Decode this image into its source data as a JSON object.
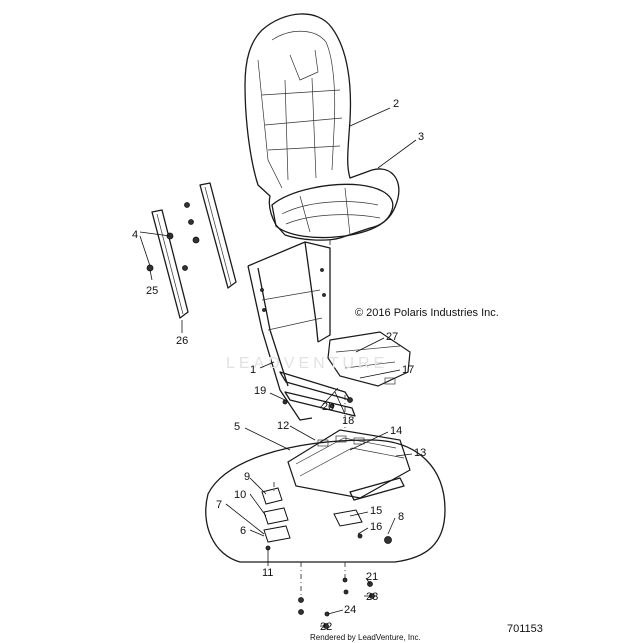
{
  "copyright": "© 2016 Polaris Industries Inc.",
  "rendered_by": "Rendered by LeadVenture, Inc.",
  "diagram_number": "701153",
  "callouts": {
    "c1": "1",
    "c2": "2",
    "c3": "3",
    "c4": "4",
    "c5": "5",
    "c6": "6",
    "c7": "7",
    "c8": "8",
    "c9": "9",
    "c10": "10",
    "c11": "11",
    "c12": "12",
    "c13": "13",
    "c14": "14",
    "c15": "15",
    "c16": "16",
    "c17": "17",
    "c18": "18",
    "c19": "19",
    "c20": "20",
    "c21": "21",
    "c22": "22",
    "c23": "23",
    "c24": "24",
    "c25": "25",
    "c26": "26",
    "c27": "27"
  }
}
